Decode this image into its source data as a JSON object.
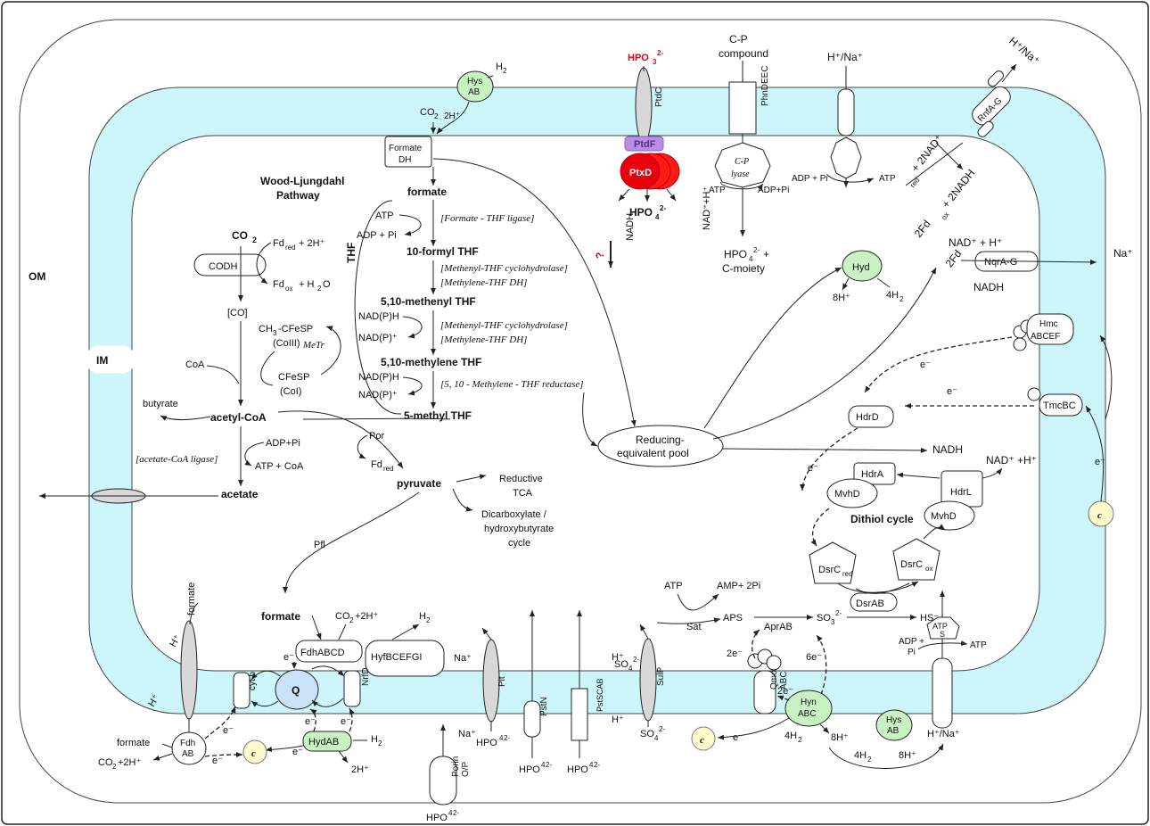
{
  "compartments": {
    "om": "OM",
    "im": "IM"
  },
  "pathway_title": [
    "Wood-Ljungdahl",
    "Pathway"
  ],
  "thf_label": "THF",
  "metabolites": {
    "formate": "formate",
    "ten_formyl": "10-formyl THF",
    "methenyl": "5,10-methenyl THF",
    "methylene": "5,10-methylene THF",
    "methyl": "5-methyl THF",
    "co2": "CO",
    "co2_sub": "2",
    "acetyl_coa": "acetyl-CoA",
    "pyruvate": "pyruvate",
    "acetate": "acetate",
    "butyrate": "butyrate",
    "co_bracket": "[CO]",
    "coa": "CoA",
    "ch3_cfesp": "CH",
    "ch3_sub": "3",
    "cfesp_rest": "-CFeSP",
    "coiii": "(CoIII)",
    "cfesp": "CFeSP",
    "coi": "(CoI)",
    "formate_bottom": "formate",
    "formate_left": "formate",
    "formate_left2": "formate",
    "dithiol": "Dithiol cycle",
    "reducing_pool": [
      "Reducing-",
      "equivalent pool"
    ],
    "reductive_tca": [
      "Reductive",
      "TCA"
    ],
    "dicarboxylate": [
      "Dicarboxylate /",
      "hydroxybutyrate",
      "cycle"
    ],
    "nadh_right": "NADH",
    "nad_h_right": "NAD⁺ +H⁺"
  },
  "enzymes_italic": {
    "fthfs": "[Formate - THF ligase]",
    "mthfc": "[Methenyl-THF cyclohydrolase]",
    "mthfd": "[Methylene-THF DH]",
    "mthfc2": "[Methenyl-THF cyclohydrolase]",
    "mthfd2": "[Methylene-THF DH]",
    "mthfr": "[5, 10 - Methylene - THF reductase]",
    "acl": "[acetate-CoA ligase]",
    "metr": "MeTr",
    "cp_lyase": [
      "C-P",
      "lyase"
    ]
  },
  "proteins": {
    "formate_dh": [
      "Formate",
      "DH"
    ],
    "codh": "CODH",
    "ptdc": "PtdC",
    "ptdf": "PtdF",
    "ptxd": "PtxD",
    "phndeec": "PhnDEEC",
    "rnfag": "RnfA-G",
    "nqrag": "NqrA-G",
    "hmc": [
      "Hmc",
      "ABCEF"
    ],
    "tmcbc": "TmcBC",
    "hdrd": "HdrD",
    "hdra": "HdrA",
    "hdrl": "HdrL",
    "mvhd": "MvhD",
    "dsrc_red": "DsrC",
    "dsrc_ox": "DsrC",
    "dsrab": "DsrAB",
    "hyd": "Hyd",
    "hysab_top": [
      "Hys",
      "AB"
    ],
    "hysab_bottom": [
      "Hys",
      "AB"
    ],
    "fdhabcd": "FdhABCD",
    "hyfbcefgi": "HyfBCEFGI",
    "cytb": "cyt b",
    "quinone": "Q",
    "nrfd": "NrfD",
    "hydab": "HydAB",
    "fdhab": [
      "Fdh",
      "AB"
    ],
    "pit": "Pit",
    "pstn": "PstN",
    "pstscab": "PstSCAB",
    "sulp": "SulP",
    "qmo": [
      "Qmo",
      "ABC"
    ],
    "hyn": [
      "Hyn",
      "ABC"
    ],
    "atps": [
      "ATP",
      "S"
    ],
    "porin": [
      "Porin",
      "O/P"
    ],
    "cytc": "c",
    "sat": "Sat",
    "aprab": "AprAB",
    "por": "Por",
    "pfl": "Pfl"
  },
  "small_labels": {
    "atp": "ATP",
    "adp_pi": "ADP + Pi",
    "adp_pi2": "ADP+Pi",
    "atp_coa": "ATP + CoA",
    "nadph": "NAD(P)H",
    "nadp": "NAD(P)",
    "fd_red": "Fd",
    "fd_ox": "Fd",
    "h2": "H",
    "h2o": "H",
    "h_plus": "H",
    "na_plus": "Na",
    "hpo3": "HPO",
    "hpo4": "HPO",
    "nadh": "NADH",
    "nad_h": "NAD",
    "cp_compound": [
      "C-P",
      "compound"
    ],
    "hpo4_cmoiety": [
      "HPO",
      "C-moiety"
    ],
    "nad_h_nqr": "NAD",
    "so4": "SO",
    "aps": "APS",
    "so3": "SO",
    "hs": "HS",
    "amp_2pi": "AMP+ 2Pi",
    "e_minus": "e",
    "two_e": "2e",
    "six_e": "6e",
    "eight_h": "8H",
    "four_h2": "4H",
    "two_h": "2H",
    "co2_2h": "CO",
    "question": "?",
    "h_na": "H⁺/Na⁺",
    "h_na_out": "H⁺/Na⁺",
    "two_fd_red": "2Fd",
    "two_fd_ox": "2Fd",
    "two_nad": "2NAD",
    "two_nadh": "+ 2NADH"
  },
  "colors": {
    "periplasm": "#cdf6fb",
    "hydrogenase_green": "#c9f2c3",
    "ptxd_red": "#e8000e",
    "ptdf_purple": "#b98ee6",
    "cytc_yellow": "#fffacb",
    "question_red": "#e0001b"
  }
}
